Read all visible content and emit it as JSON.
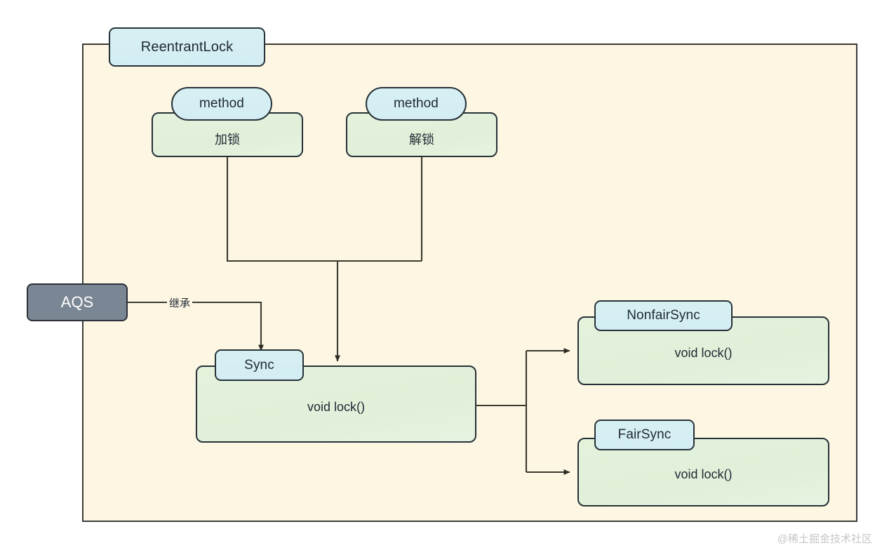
{
  "diagram": {
    "title": "ReentrantLock",
    "container": {
      "name": "reentrantlock-container"
    },
    "root": {
      "label": "ReentrantLock"
    },
    "methods": [
      {
        "header": "method",
        "body": "加锁",
        "name": "lock-method"
      },
      {
        "header": "method",
        "body": "解锁",
        "name": "unlock-method"
      }
    ],
    "aqs": {
      "label": "AQS"
    },
    "edges": [
      {
        "label": "继承",
        "from": "AQS",
        "to": "Sync"
      }
    ],
    "sync": {
      "header": "Sync",
      "body": "void lock()"
    },
    "implementations": [
      {
        "header": "NonfairSync",
        "body": "void lock()"
      },
      {
        "header": "FairSync",
        "body": "void lock()"
      }
    ],
    "watermark": "@稀土掘金技术社区",
    "colors": {
      "canvas": "#ffffff",
      "container_fill": "#fdf6e3",
      "chip_fill": "#d5eef4",
      "body_fill": "#e3f1db",
      "aqs_fill": "#7b8694",
      "stroke": "#263238",
      "watermark": "#c6c6c6"
    }
  }
}
